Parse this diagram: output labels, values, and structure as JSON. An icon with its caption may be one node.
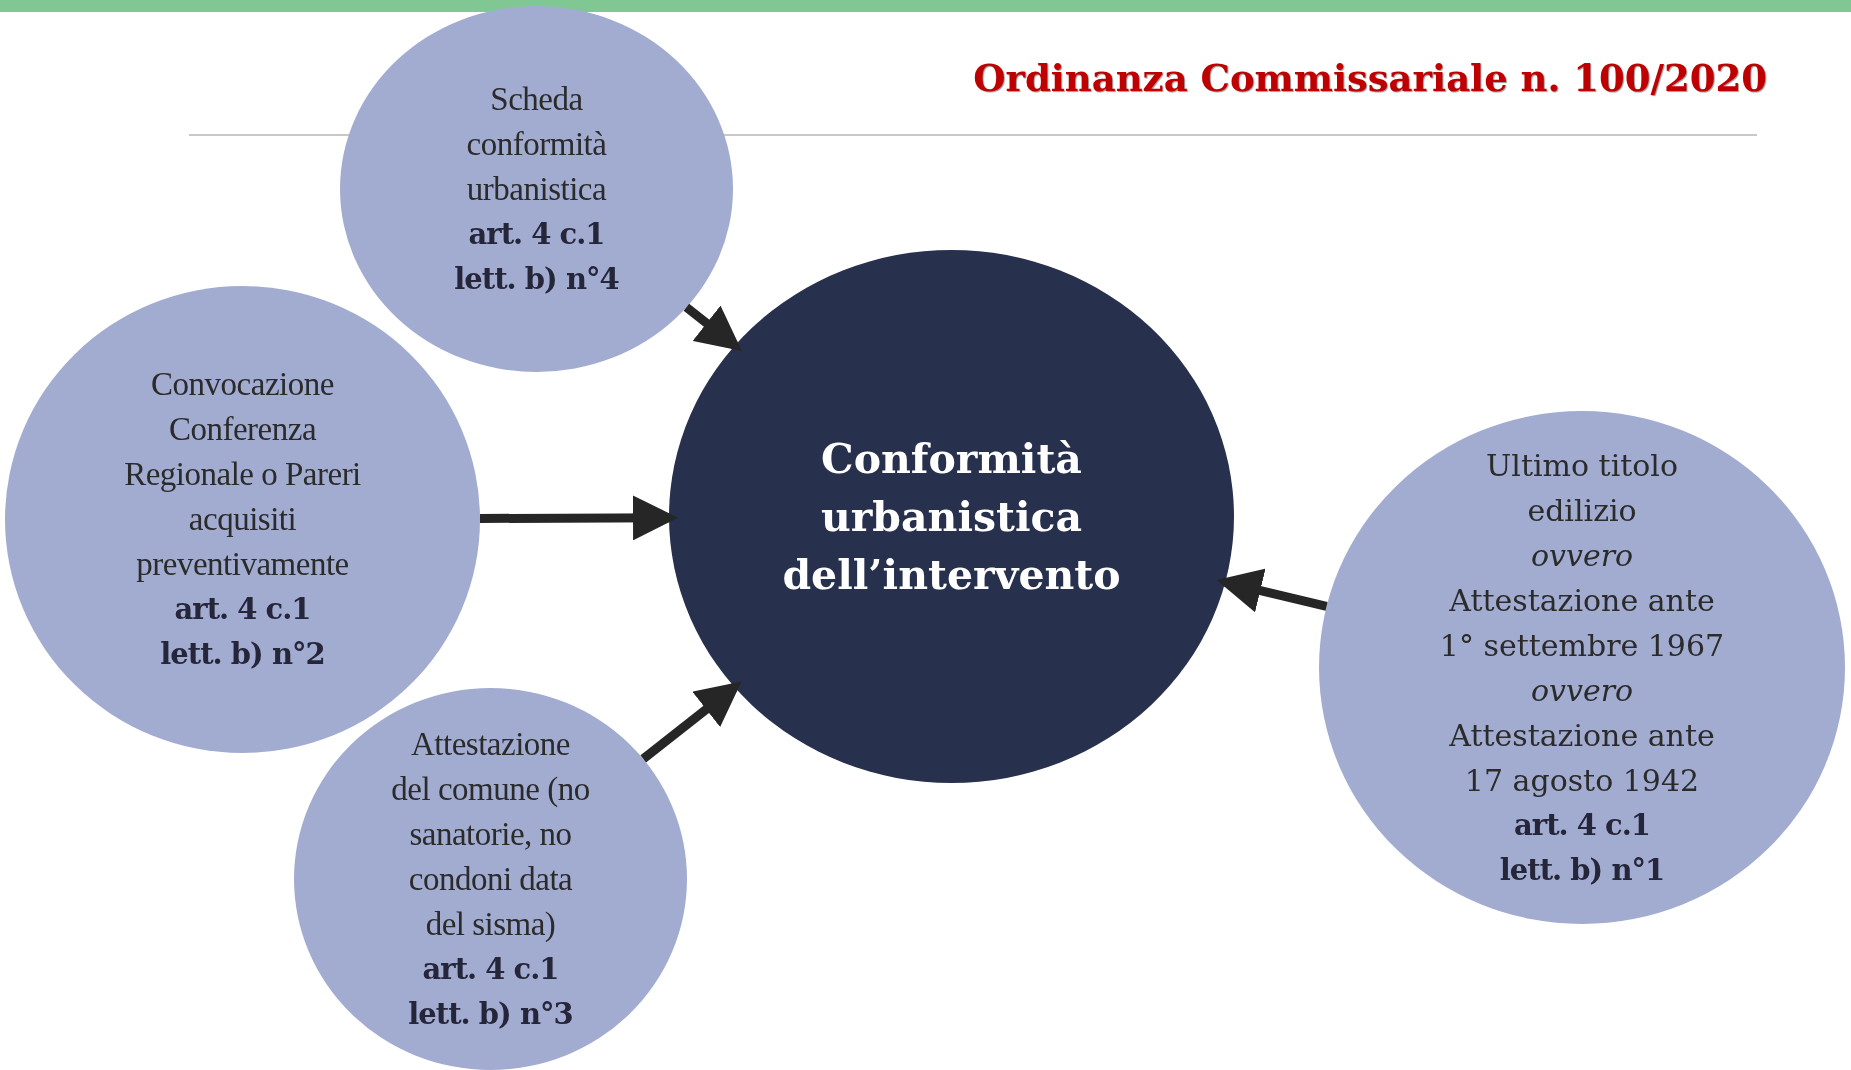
{
  "diagram": {
    "title": "Ordinanza Commissariale n. 100/2020",
    "nodes": [
      {
        "text": [
          "Scheda conformità urbanistica",
          "art. 4 c.1 lett. b) n°4"
        ]
      },
      {
        "text": [
          "Convocazione Conferenza Regionale o Pareri acquisiti preventivamente",
          "art. 4 c.1 lett. b) n°2"
        ]
      },
      {
        "text": [
          "Conformità urbanistica dell’intervento"
        ]
      },
      {
        "text": [
          "Attestazione del comune (no sanatorie, no condoni data del sisma)",
          "art. 4 c.1 lett. b) n°3"
        ]
      },
      {
        "text": [
          "Ultimo titolo edilizio *ovvero* Attestazione ante 1° settembre 1967 *ovvero* Attestazione ante 17 agosto 1942",
          "art. 4 c.1 lett. b) n°1"
        ]
      }
    ],
    "edges": [
      {
        "from": 0,
        "to": 2,
        "arrow": "to"
      },
      {
        "from": 1,
        "to": 2,
        "arrow": "to"
      },
      {
        "from": 3,
        "to": 2,
        "arrow": "to"
      },
      {
        "from": 4,
        "to": 2,
        "arrow": "to"
      }
    ]
  }
}
